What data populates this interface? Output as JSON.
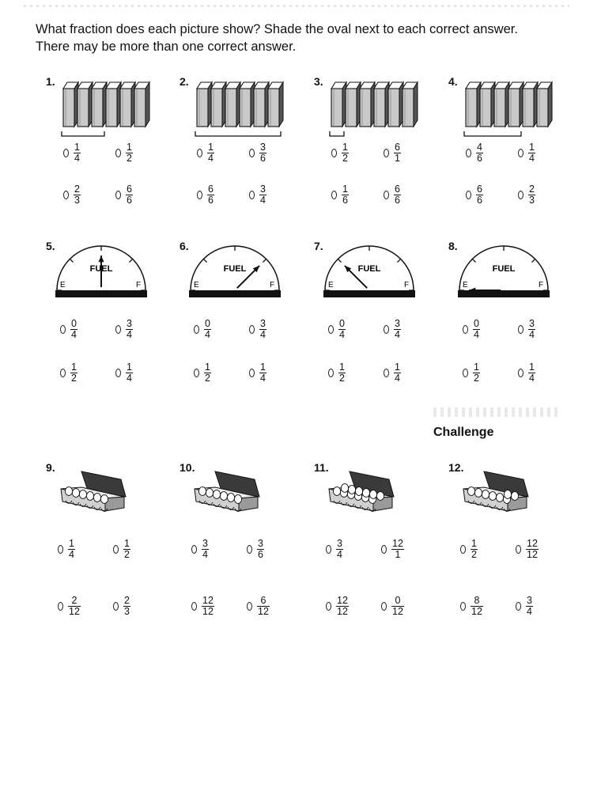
{
  "instructions": "What fraction does each picture show? Shade the oval next to each correct answer. There may be more than one correct answer.",
  "challenge_label": "Challenge",
  "gauge_labels": {
    "fuel": "FUEL",
    "empty": "E",
    "full": "F"
  },
  "problems": [
    {
      "number": "1.",
      "picture": "books",
      "choices": [
        {
          "num": "1",
          "den": "4"
        },
        {
          "num": "1",
          "den": "2"
        },
        {
          "num": "2",
          "den": "3"
        },
        {
          "num": "6",
          "den": "6"
        }
      ]
    },
    {
      "number": "2.",
      "picture": "books",
      "choices": [
        {
          "num": "1",
          "den": "4"
        },
        {
          "num": "3",
          "den": "6"
        },
        {
          "num": "6",
          "den": "6"
        },
        {
          "num": "3",
          "den": "4"
        }
      ]
    },
    {
      "number": "3.",
      "picture": "books",
      "choices": [
        {
          "num": "1",
          "den": "2"
        },
        {
          "num": "6",
          "den": "1"
        },
        {
          "num": "1",
          "den": "6"
        },
        {
          "num": "6",
          "den": "6"
        }
      ]
    },
    {
      "number": "4.",
      "picture": "books",
      "choices": [
        {
          "num": "4",
          "den": "6"
        },
        {
          "num": "1",
          "den": "4"
        },
        {
          "num": "6",
          "den": "6"
        },
        {
          "num": "2",
          "den": "3"
        }
      ]
    },
    {
      "number": "5.",
      "picture": "fuel-gauge",
      "choices": [
        {
          "num": "0",
          "den": "4"
        },
        {
          "num": "3",
          "den": "4"
        },
        {
          "num": "1",
          "den": "2"
        },
        {
          "num": "1",
          "den": "4"
        }
      ]
    },
    {
      "number": "6.",
      "picture": "fuel-gauge",
      "choices": [
        {
          "num": "0",
          "den": "4"
        },
        {
          "num": "3",
          "den": "4"
        },
        {
          "num": "1",
          "den": "2"
        },
        {
          "num": "1",
          "den": "4"
        }
      ]
    },
    {
      "number": "7.",
      "picture": "fuel-gauge",
      "choices": [
        {
          "num": "0",
          "den": "4"
        },
        {
          "num": "3",
          "den": "4"
        },
        {
          "num": "1",
          "den": "2"
        },
        {
          "num": "1",
          "den": "4"
        }
      ]
    },
    {
      "number": "8.",
      "picture": "fuel-gauge",
      "choices": [
        {
          "num": "0",
          "den": "4"
        },
        {
          "num": "3",
          "den": "4"
        },
        {
          "num": "1",
          "den": "2"
        },
        {
          "num": "1",
          "den": "4"
        }
      ]
    },
    {
      "number": "9.",
      "picture": "egg-carton",
      "choices": [
        {
          "num": "1",
          "den": "4"
        },
        {
          "num": "1",
          "den": "2"
        },
        {
          "num": "2",
          "den": "12"
        },
        {
          "num": "2",
          "den": "3"
        }
      ]
    },
    {
      "number": "10.",
      "picture": "egg-carton",
      "choices": [
        {
          "num": "3",
          "den": "4"
        },
        {
          "num": "3",
          "den": "6"
        },
        {
          "num": "12",
          "den": "12"
        },
        {
          "num": "6",
          "den": "12"
        }
      ]
    },
    {
      "number": "11.",
      "picture": "egg-carton",
      "choices": [
        {
          "num": "3",
          "den": "4"
        },
        {
          "num": "12",
          "den": "1"
        },
        {
          "num": "12",
          "den": "12"
        },
        {
          "num": "0",
          "den": "12"
        }
      ]
    },
    {
      "number": "12.",
      "picture": "egg-carton",
      "choices": [
        {
          "num": "1",
          "den": "2"
        },
        {
          "num": "12",
          "den": "12"
        },
        {
          "num": "8",
          "den": "12"
        },
        {
          "num": "3",
          "den": "4"
        }
      ]
    }
  ]
}
